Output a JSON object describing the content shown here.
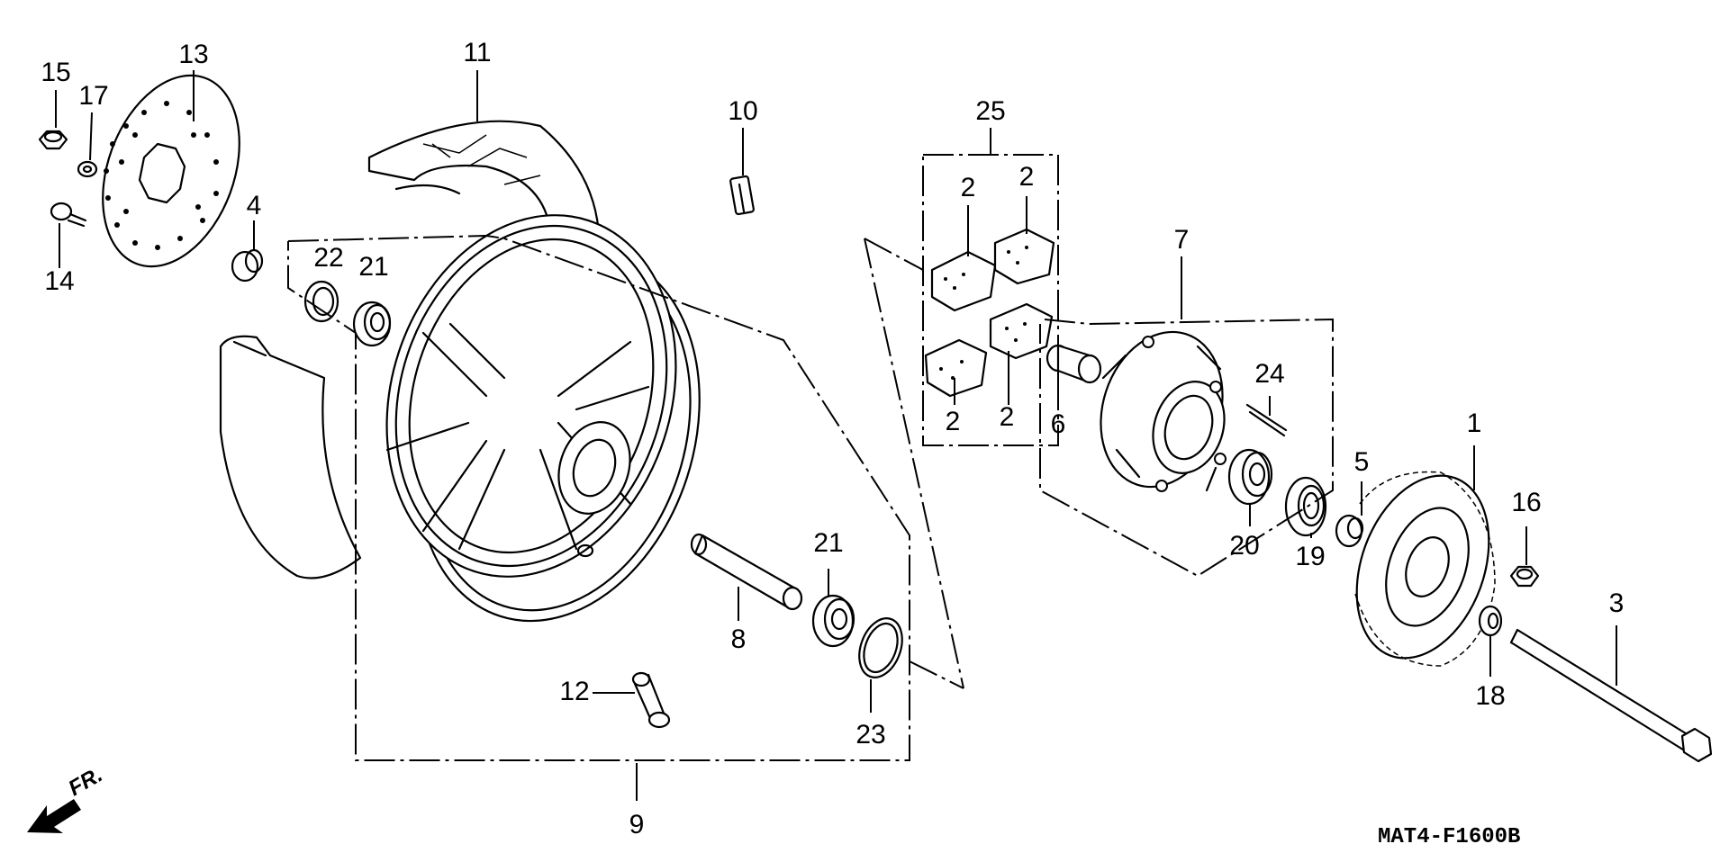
{
  "callouts": [
    {
      "id": "15",
      "text": "15"
    },
    {
      "id": "17",
      "text": "17"
    },
    {
      "id": "13",
      "text": "13"
    },
    {
      "id": "14",
      "text": "14"
    },
    {
      "id": "4",
      "text": "4"
    },
    {
      "id": "11",
      "text": "11"
    },
    {
      "id": "22",
      "text": "22"
    },
    {
      "id": "21a",
      "text": "21"
    },
    {
      "id": "10",
      "text": "10"
    },
    {
      "id": "25",
      "text": "25"
    },
    {
      "id": "2a",
      "text": "2"
    },
    {
      "id": "2b",
      "text": "2"
    },
    {
      "id": "2c",
      "text": "2"
    },
    {
      "id": "2d",
      "text": "2"
    },
    {
      "id": "7",
      "text": "7"
    },
    {
      "id": "6",
      "text": "6"
    },
    {
      "id": "24",
      "text": "24"
    },
    {
      "id": "20",
      "text": "20"
    },
    {
      "id": "19",
      "text": "19"
    },
    {
      "id": "5",
      "text": "5"
    },
    {
      "id": "1",
      "text": "1"
    },
    {
      "id": "16",
      "text": "16"
    },
    {
      "id": "3",
      "text": "3"
    },
    {
      "id": "18",
      "text": "18"
    },
    {
      "id": "21b",
      "text": "21"
    },
    {
      "id": "8",
      "text": "8"
    },
    {
      "id": "12",
      "text": "12"
    },
    {
      "id": "23",
      "text": "23"
    },
    {
      "id": "9",
      "text": "9"
    }
  ],
  "diagram_code": "MAT4-F1600B",
  "front_indicator": "FR."
}
